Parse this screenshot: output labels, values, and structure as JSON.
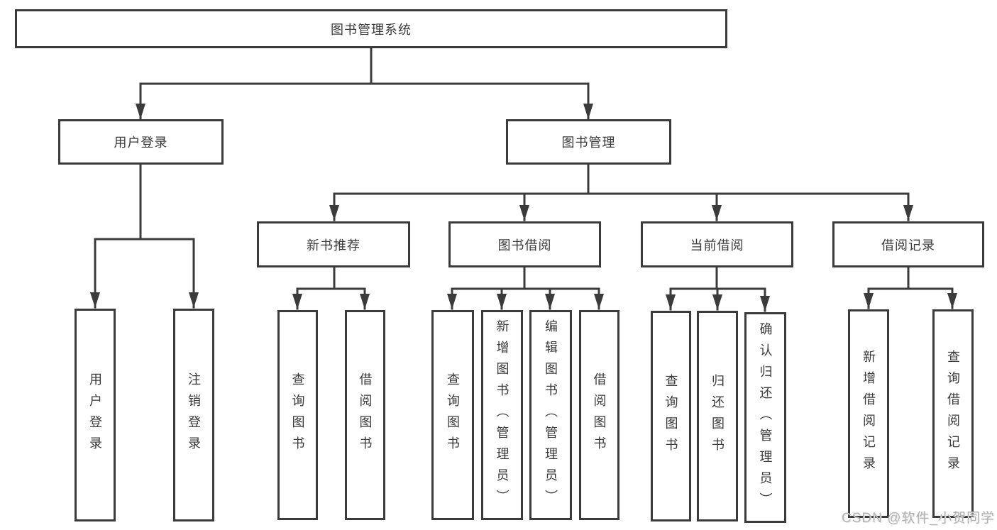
{
  "tree": {
    "label": "图书管理系统",
    "children": [
      {
        "label": "用户登录",
        "children": [
          {
            "label": "用户登录"
          },
          {
            "label": "注销登录"
          }
        ]
      },
      {
        "label": "图书管理",
        "children": [
          {
            "label": "新书推荐",
            "children": [
              {
                "label": "查询图书"
              },
              {
                "label": "借阅图书"
              }
            ]
          },
          {
            "label": "图书借阅",
            "children": [
              {
                "label": "查询图书"
              },
              {
                "label": "新增图书（管理员）"
              },
              {
                "label": "编辑图书（管理员）"
              },
              {
                "label": "借阅图书"
              }
            ]
          },
          {
            "label": "当前借阅",
            "children": [
              {
                "label": "查询图书"
              },
              {
                "label": "归还图书"
              },
              {
                "label": "确认归还（管理员）"
              }
            ]
          },
          {
            "label": "借阅记录",
            "children": [
              {
                "label": "新增借阅记录"
              },
              {
                "label": "查询借阅记录"
              }
            ]
          }
        ]
      }
    ]
  },
  "watermark": "CSDN @软件_小贺同学",
  "colors": {
    "line": "#3b3b3b",
    "text": "#3a3a3a",
    "watermark": "#b3b3b3",
    "background": "#ffffff"
  }
}
